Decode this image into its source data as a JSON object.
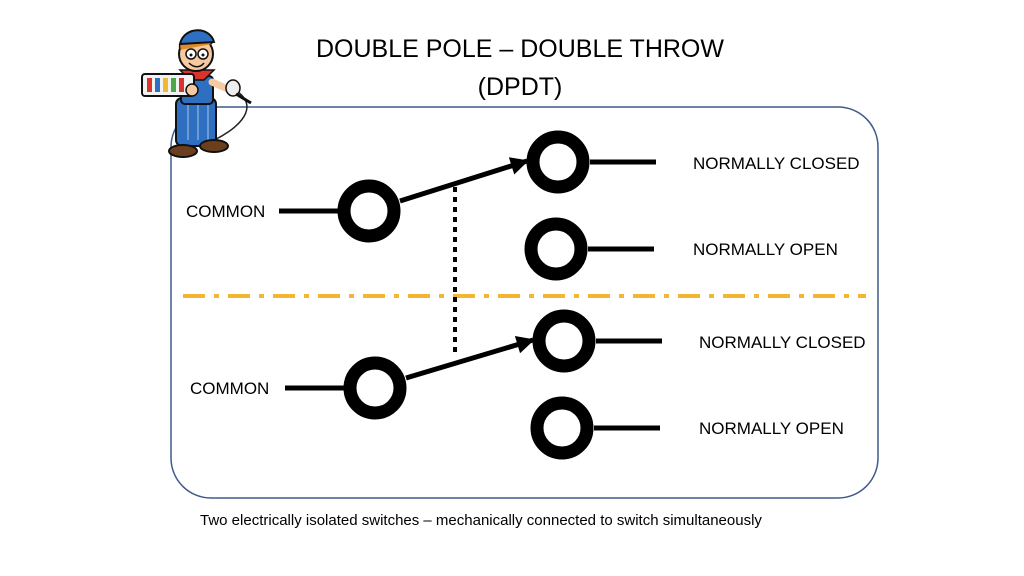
{
  "title": {
    "line1": "DOUBLE POLE – DOUBLE THROW",
    "line2": "(DPDT)"
  },
  "upper_pole": {
    "common_label": "COMMON",
    "nc_label": "NORMALLY CLOSED",
    "no_label": "NORMALLY OPEN"
  },
  "lower_pole": {
    "common_label": "COMMON",
    "nc_label": "NORMALLY CLOSED",
    "no_label": "NORMALLY OPEN"
  },
  "caption": "Two electrically isolated switches – mechanically connected to switch simultaneously",
  "colors": {
    "frame": "#3f5a8c",
    "divider": "#f2b632",
    "line": "#000000",
    "mascot_overalls": "#2f6fc2",
    "mascot_skin": "#f6c9a0",
    "mascot_hair": "#e08a2a",
    "mascot_bandana": "#d9342b"
  },
  "icons": {
    "mascot": "electrician-mascot-icon"
  }
}
